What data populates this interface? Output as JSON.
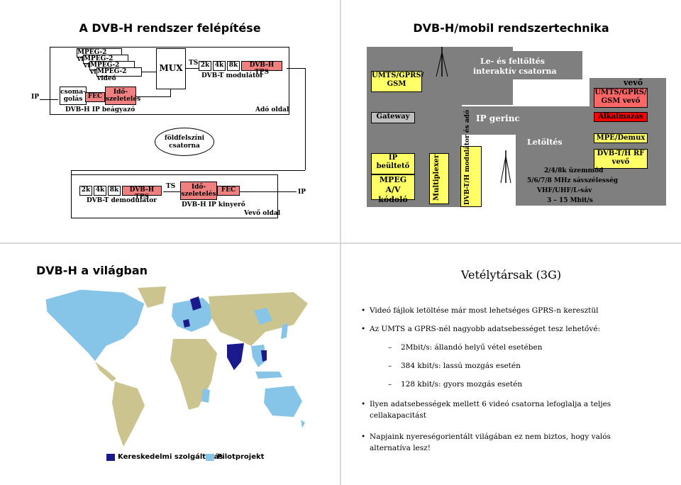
{
  "slide1": {
    "title": "A DVB-H rendszer felépítése",
    "mpeg_labels": [
      "MPEG-2 videó",
      "MPEG-2 videó",
      "MPEG-2 videó",
      "MPEG-2 videó"
    ],
    "mux": "MUX",
    "ts_top": "TS",
    "ts_bottom": "TS",
    "top_modulator_cells": [
      "2k",
      "4k",
      "8k",
      "DVB-H TPS"
    ],
    "top_modulator_label": "DVB-T modulátor",
    "ip_left": "IP",
    "ip_right": "IP",
    "encap_cells": [
      "csoma-golás",
      "FEC",
      "Idő-szeletelés"
    ],
    "encap_label": "DVB-H IP beágyazó",
    "sender_side": "Adó oldal",
    "channel": "földfelszíni csatorna",
    "demod_cells": [
      "2k",
      "4k",
      "8k",
      "DVB-H TPS"
    ],
    "demod_label": "DVB-T demodulátor",
    "decap_cells": [
      "Idő-szeletelés",
      "FEC"
    ],
    "decap_label": "DVB-H IP kinyerő",
    "receiver_side": "Vevő oldal"
  },
  "slide2": {
    "title": "DVB-H/mobil rendszertechnika",
    "umts_left": "UMTS/GPRS/ GSM",
    "updown": "Le- és feltöltés",
    "interactive": "interaktív csatorna",
    "gateway": "Gateway",
    "ip_core": "IP gerinc",
    "receiver": "vevő",
    "umts_receiver": "UMTS/GPRS/ GSM vevő",
    "application": "Alkalmazás",
    "mpe_demux": "MPE/Demux",
    "download": "Letöltés",
    "rf_receiver": "DVB-T/H RF vevő",
    "ip_inserter": "IP beültető",
    "mpeg_encoder": "MPEG A/V kódoló",
    "multiplexer": "Multiplexer",
    "modulator": "DVB-T/H modulátor és adó",
    "specs": [
      "2/4/8k üzemmód",
      "5/6/7/8 MHz sávszélesség",
      "VHF/UHF/L-sáv",
      "3 – 15 Mbit/s"
    ]
  },
  "slide3": {
    "title": "DVB-H a világban",
    "legend": [
      "Kereskedelmi szolgáltatás",
      "Pilotprojekt"
    ],
    "colors": {
      "commercial": "#1a1a8c",
      "pilot": "#87c5e8",
      "land": "#ccc48f",
      "sea": "#ffffff"
    }
  },
  "slide4": {
    "title": "Vetélytársak (3G)",
    "bullets": [
      "Videó fájlok letöltése már most lehetséges GPRS-n keresztül",
      "Az UMTS a GPRS-nél nagyobb adatsebességet tesz lehetővé:",
      "Ilyen adatsebességek mellett 6 videó csatorna lefoglalja a teljes cellakapacitást",
      "Napjaink nyereségorientált világában ez nem biztos, hogy valós alternatíva lesz!"
    ],
    "sub_bullets": [
      "2Mbit/s: állandó helyű vétel esetében",
      "384 kbit/s: lassú mozgás esetén",
      "128 kbit/s: gyors mozgás esetén"
    ]
  }
}
